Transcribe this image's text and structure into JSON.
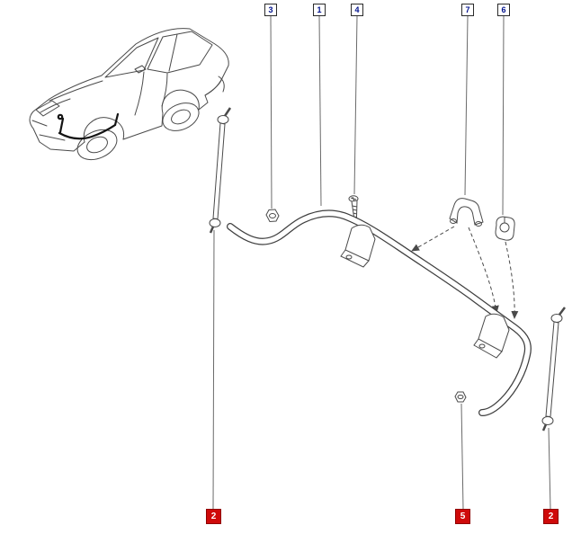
{
  "colors": {
    "background": "#ffffff",
    "line_art": "#4a4a4a",
    "callout_box_border": "#2a2a2a",
    "callout_number": "#00118c",
    "highlight_box": "#cf0a0a",
    "highlight_number": "#ffffff"
  },
  "callouts": {
    "top": [
      {
        "label": "3",
        "depicts": "nut"
      },
      {
        "label": "1",
        "depicts": "stabilizer-bar"
      },
      {
        "label": "4",
        "depicts": "screw"
      },
      {
        "label": "7",
        "depicts": "clamp-bracket"
      },
      {
        "label": "6",
        "depicts": "bushing"
      }
    ],
    "bottom": [
      {
        "label": "2",
        "depicts": "stabilizer-link-left"
      },
      {
        "label": "5",
        "depicts": "nut"
      },
      {
        "label": "2",
        "depicts": "stabilizer-link-right"
      }
    ]
  }
}
